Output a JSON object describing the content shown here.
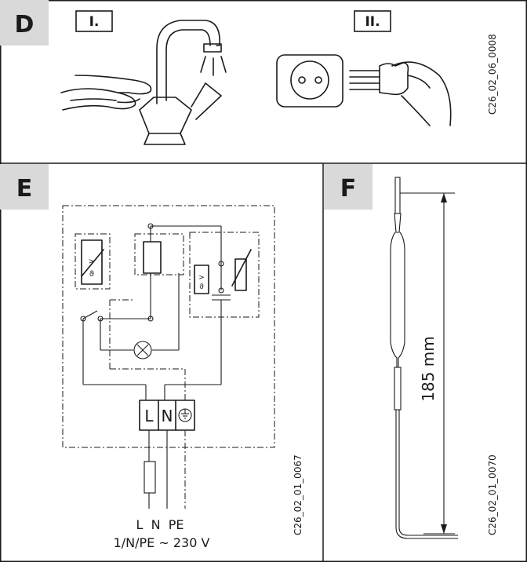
{
  "panels": {
    "D": {
      "label": "D",
      "step1": "I.",
      "step2": "II.",
      "code": "C26_02_06_0008"
    },
    "E": {
      "label": "E",
      "terminal_l": "L",
      "terminal_n": "N",
      "supply_labels": "L  N  PE",
      "supply_rating": "1/N/PE ~ 230 V",
      "code": "C26_02_01_0067"
    },
    "F": {
      "label": "F",
      "dimension": "185 mm",
      "code": "C26_02_01_0070"
    }
  }
}
